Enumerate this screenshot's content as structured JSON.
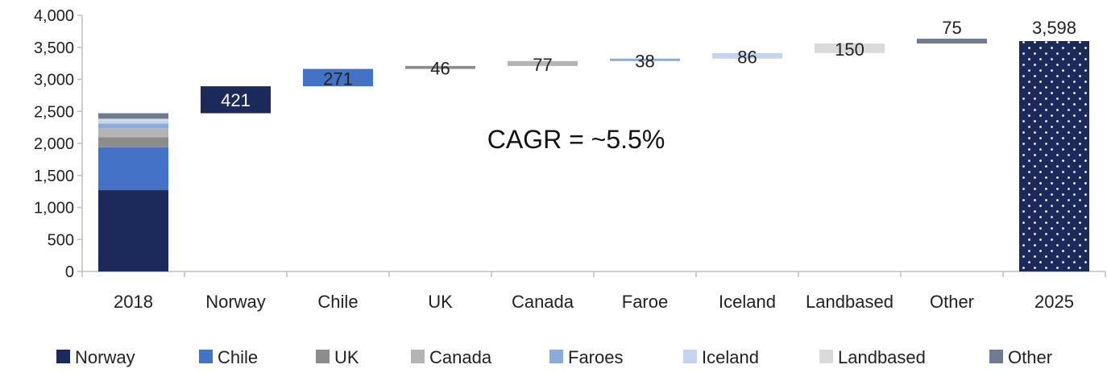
{
  "colors": {
    "Norway": "#1b2a5a",
    "Chile": "#4472c4",
    "UK": "#8c8c8c",
    "Canada": "#b4b4b4",
    "Faroes": "#8eaadb",
    "Iceland": "#c5d3f1",
    "Landbased": "#dadada",
    "Other": "#6e7b91",
    "total": "#1b2a5a",
    "axis": "#bfbfbf"
  },
  "chart_data": {
    "type": "bar",
    "subtype": "waterfall",
    "categories": [
      "2018",
      "Norway",
      "Chile",
      "UK",
      "Canada",
      "Faroe",
      "Iceland",
      "Landbased",
      "Other",
      "2025"
    ],
    "start_stack": [
      {
        "name": "Norway",
        "value": 1270
      },
      {
        "name": "Chile",
        "value": 670
      },
      {
        "name": "UK",
        "value": 155
      },
      {
        "name": "Canada",
        "value": 140
      },
      {
        "name": "Faroes",
        "value": 75
      },
      {
        "name": "Iceland",
        "value": 45
      },
      {
        "name": "Landbased",
        "value": 30
      },
      {
        "name": "Other",
        "value": 86
      }
    ],
    "increments": [
      {
        "category": "Norway",
        "series": "Norway",
        "value": 421,
        "label": "421"
      },
      {
        "category": "Chile",
        "series": "Chile",
        "value": 271,
        "label": "271"
      },
      {
        "category": "UK",
        "series": "UK",
        "value": 46,
        "label": "46"
      },
      {
        "category": "Canada",
        "series": "Canada",
        "value": 77,
        "label": "77"
      },
      {
        "category": "Faroe",
        "series": "Faroes",
        "value": 38,
        "label": "38"
      },
      {
        "category": "Iceland",
        "series": "Iceland",
        "value": 86,
        "label": "86"
      },
      {
        "category": "Landbased",
        "series": "Landbased",
        "value": 150,
        "label": "150"
      },
      {
        "category": "Other",
        "series": "Other",
        "value": 75,
        "label": "75"
      }
    ],
    "total": {
      "category": "2025",
      "value": 3598,
      "label": "3,598",
      "pattern": "dotted"
    },
    "annotation": "CAGR = ~5.5%",
    "y_ticks": [
      "0",
      "500",
      "1,000",
      "1,500",
      "2,000",
      "2,500",
      "3,000",
      "3,500",
      "4,000"
    ],
    "ylim": [
      0,
      4000
    ],
    "legend": [
      "Norway",
      "Chile",
      "UK",
      "Canada",
      "Faroes",
      "Iceland",
      "Landbased",
      "Other"
    ],
    "legend_position": "bottom",
    "grid": false,
    "title": "",
    "xlabel": "",
    "ylabel": ""
  }
}
